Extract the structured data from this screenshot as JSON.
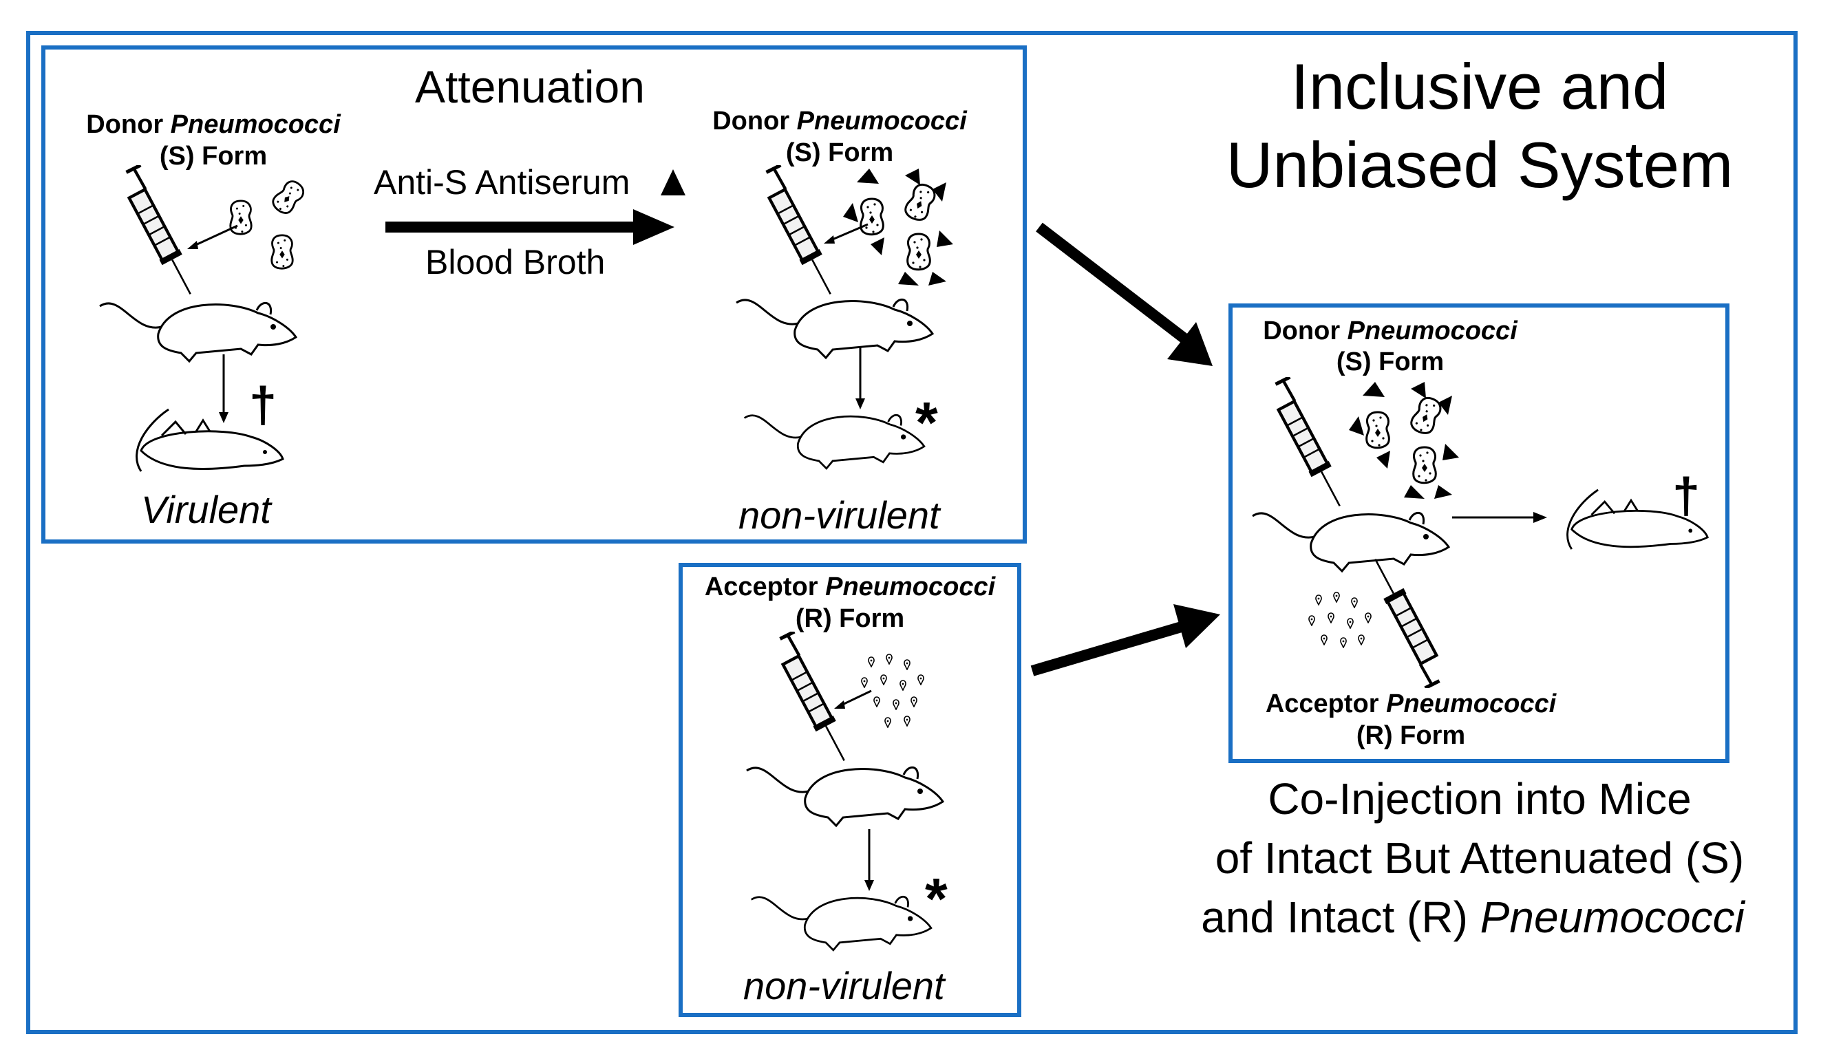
{
  "panels": {
    "attenuation": {
      "heading": "Attenuation",
      "donor_label": "Donor",
      "donor_species": "Pneumococci",
      "donor_form": "(S) Form",
      "treatment_line1": "Anti-S Antiserum",
      "treatment_line2": "Blood Broth",
      "left_outcome": "Virulent",
      "right_outcome": "non-virulent",
      "dagger_symbol": "†",
      "asterisk_symbol": "*"
    },
    "acceptor": {
      "label": "Acceptor",
      "species": "Pneumococci",
      "form": "(R) Form",
      "outcome": "non-virulent",
      "asterisk_symbol": "*"
    },
    "coinjection": {
      "donor_label": "Donor",
      "donor_species": "Pneumococci",
      "donor_form": "(S) Form",
      "acceptor_label": "Acceptor",
      "acceptor_species": "Pneumococci",
      "acceptor_form": "(R) Form",
      "dagger_symbol": "†"
    }
  },
  "system_title_line1": "Inclusive and",
  "system_title_line2": "Unbiased System",
  "caption": {
    "line1": "Co-Injection into Mice",
    "line2": "of Intact But Attenuated (S)",
    "line3_prefix": "and Intact (R)",
    "line3_species": "Pneumococci"
  },
  "colors": {
    "frame": "#1a6fc4",
    "ink": "#000000"
  },
  "icons": [
    "syringe-icon",
    "mouse-icon",
    "dead-mouse-icon",
    "bacteria-icon",
    "antibody-icon",
    "arrow-icon"
  ]
}
